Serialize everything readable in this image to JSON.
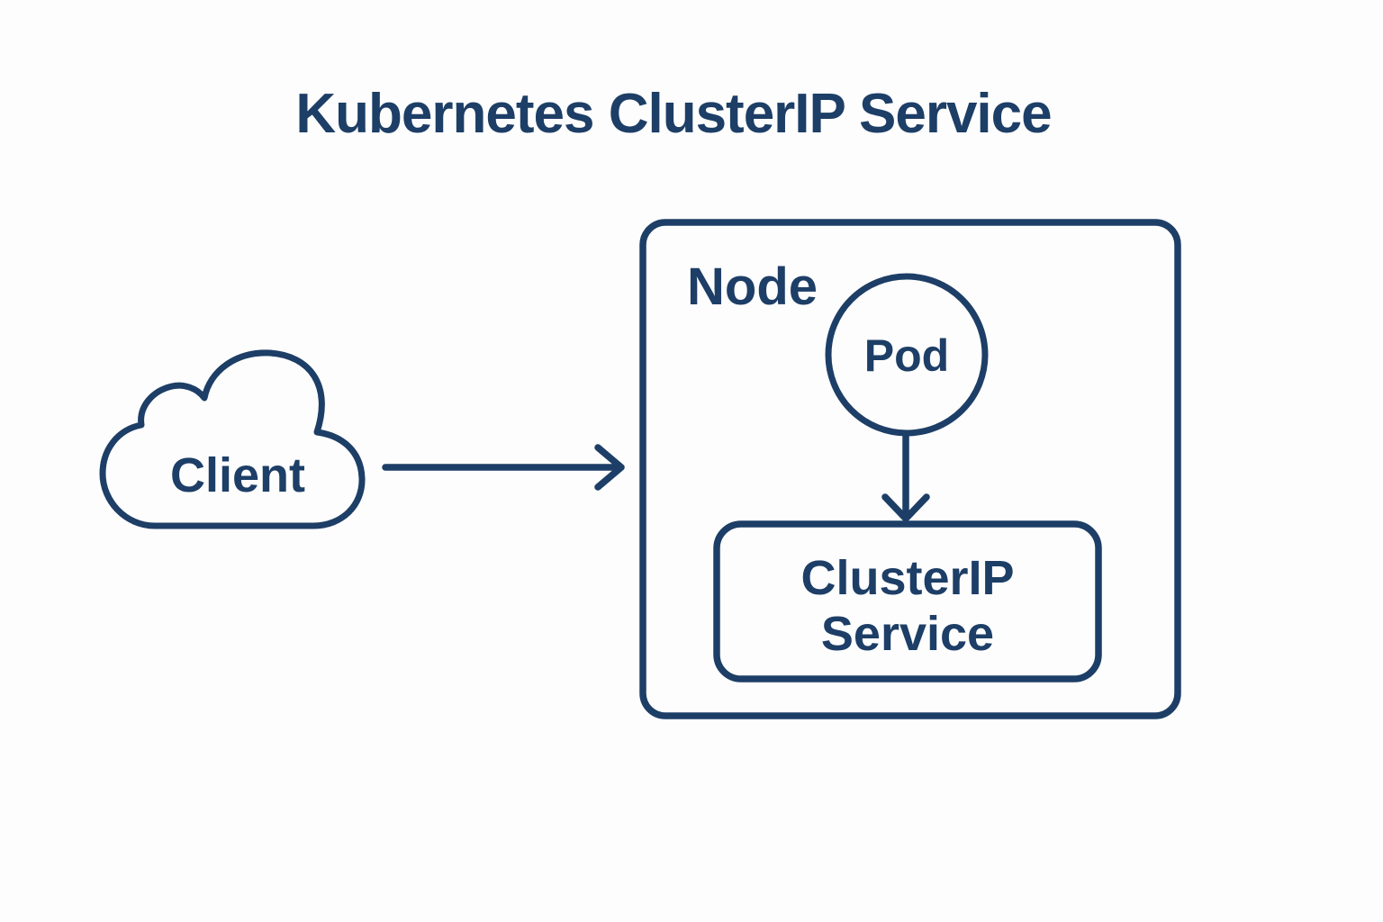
{
  "colors": {
    "ink": "#1d3e66",
    "background": "#fdfdfd"
  },
  "diagram": {
    "title": "Kubernetes ClusterIP Service",
    "client": {
      "label": "Client"
    },
    "node": {
      "label": "Node",
      "pod": {
        "label": "Pod"
      },
      "service": {
        "lines": [
          "ClusterIP",
          "Service"
        ]
      }
    }
  }
}
